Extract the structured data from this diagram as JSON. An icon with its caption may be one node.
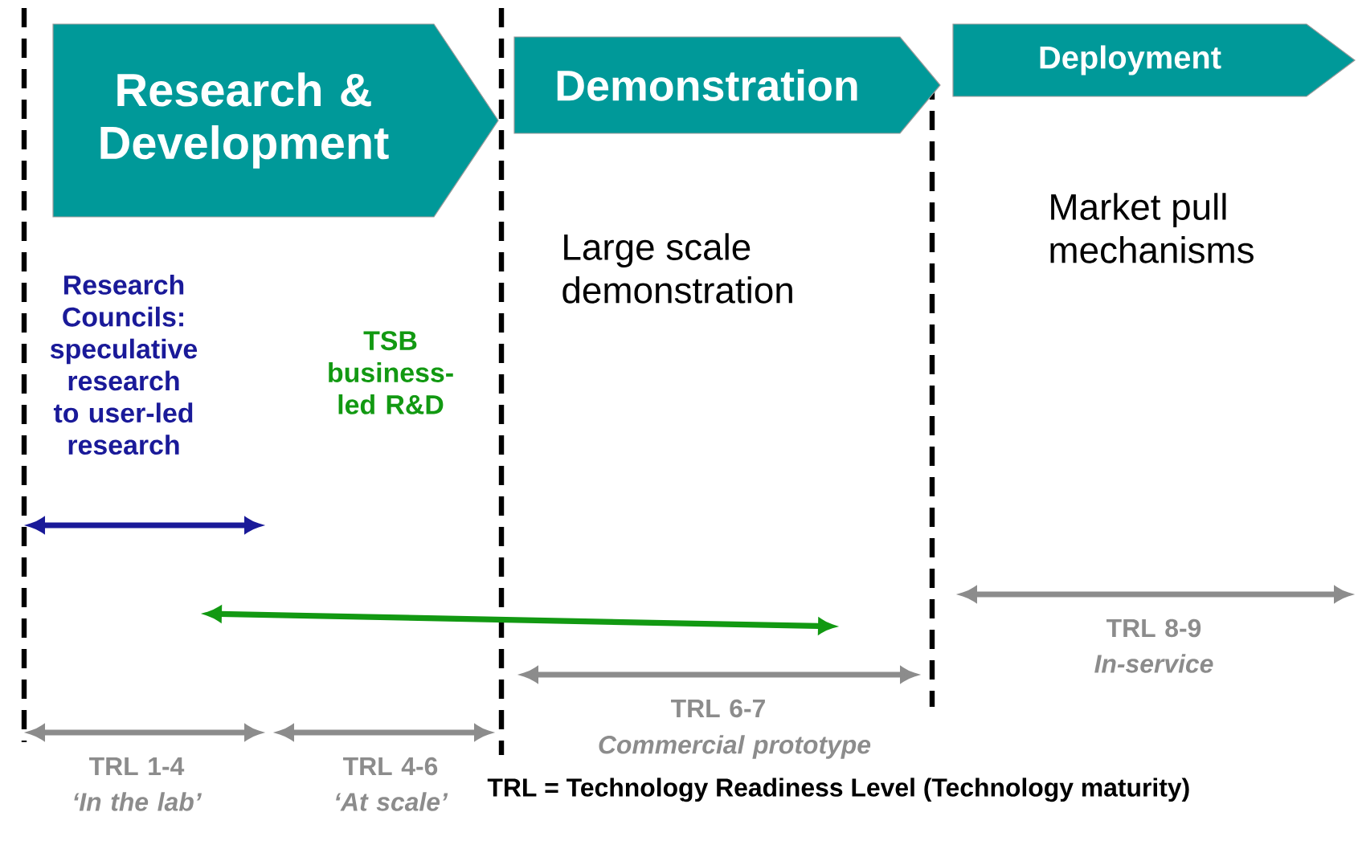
{
  "diagram": {
    "nodes": [
      {
        "text": [
          "Research & Development"
        ]
      },
      {
        "text": [
          "Demonstration"
        ]
      },
      {
        "text": [
          "Deployment"
        ]
      }
    ],
    "labels": [
      "Research Councils: speculative research to user-led research",
      "TSB business-led R&D",
      "Large scale demonstration",
      "Market pull mechanisms",
      "TRL 8-9",
      "In-service",
      "TRL 6-7",
      "Commercial prototype",
      "TRL 1-4",
      "‘In the lab’",
      "TRL 4-6",
      "‘At scale’",
      "TRL = Technology Readiness Level (Technology maturity)"
    ]
  }
}
